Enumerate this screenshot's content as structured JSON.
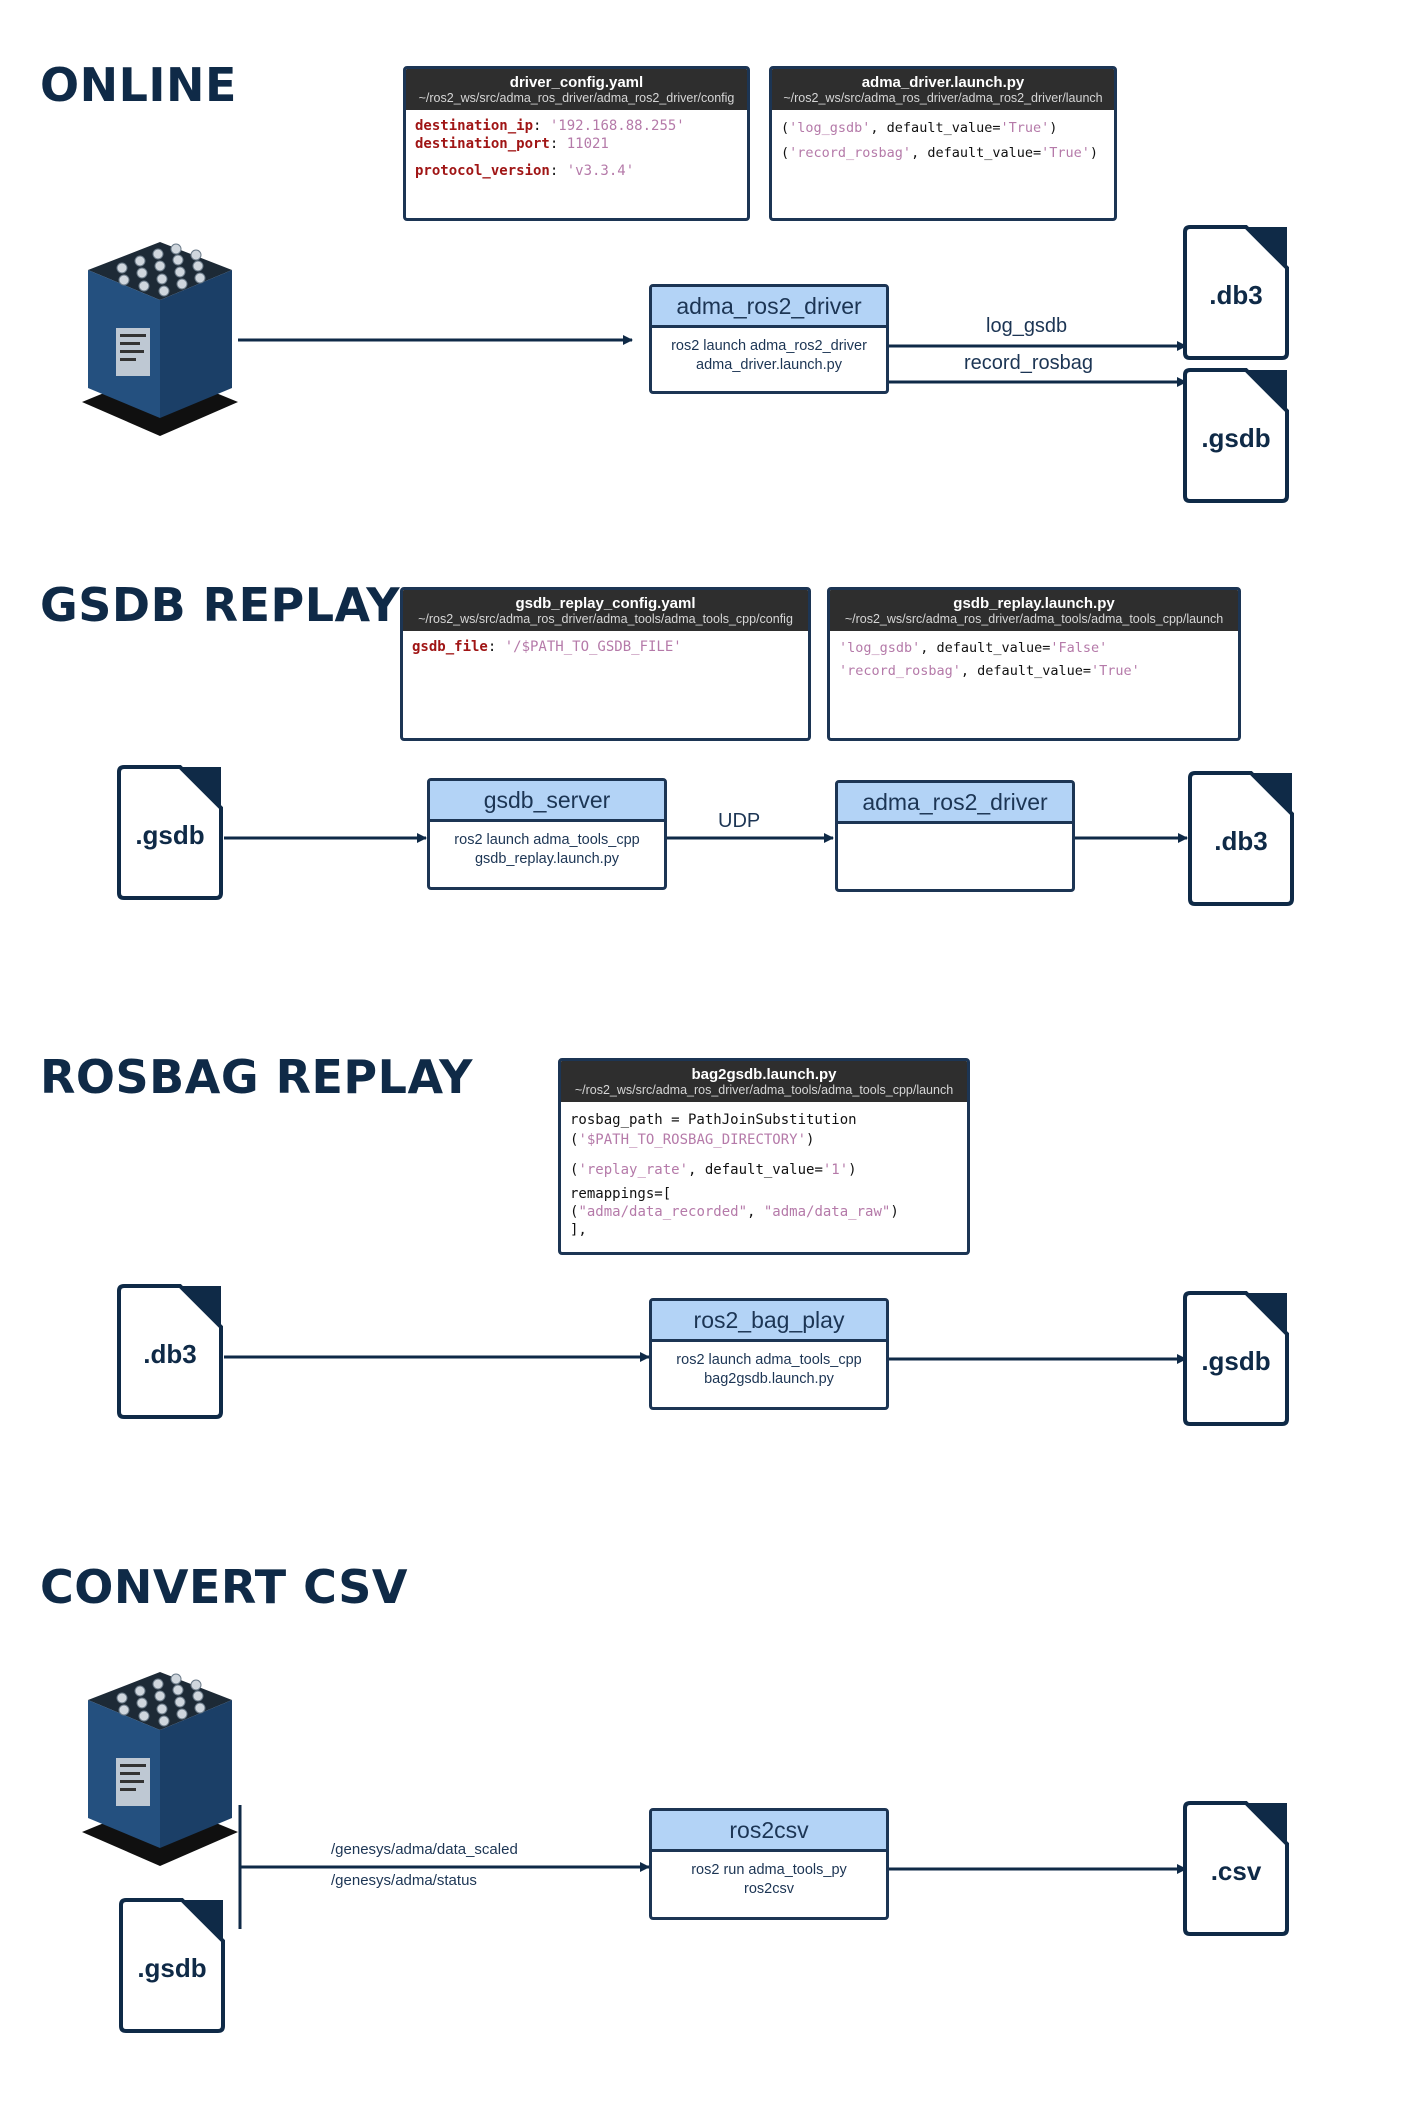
{
  "online": {
    "title": "ONLINE",
    "config_panel": {
      "name": "driver_config.yaml",
      "path": "~/ros2_ws/src/adma_ros_driver/adma_ros2_driver/config",
      "l1_key": "destination_ip",
      "l1_val": "'192.168.88.255'",
      "l2_key": "destination_port",
      "l2_val": "11021",
      "l3_key": "protocol_version",
      "l3_val": "'v3.3.4'"
    },
    "launch_panel": {
      "name": "adma_driver.launch.py",
      "path": "~/ros2_ws/src/adma_ros_driver/adma_ros2_driver/launch",
      "l1_a": "'log_gsdb'",
      "l1_b": "'True'",
      "l2_a": "'record_rosbag'",
      "l2_b": "'True'"
    },
    "node": {
      "title": "adma_ros2_driver",
      "line1": "ros2 launch adma_ros2_driver",
      "line2": "adma_driver.launch.py"
    },
    "edge_log": "log_gsdb",
    "edge_record": "record_rosbag",
    "file_db3": ".db3",
    "file_gsdb": ".gsdb"
  },
  "gsdb_replay": {
    "title": "GSDB REPLAY",
    "config_panel": {
      "name": "gsdb_replay_config.yaml",
      "path": "~/ros2_ws/src/adma_ros_driver/adma_tools/adma_tools_cpp/config",
      "l1_key": "gsdb_file",
      "l1_val": "'/$PATH_TO_GSDB_FILE'"
    },
    "launch_panel": {
      "name": "gsdb_replay.launch.py",
      "path": "~/ros2_ws/src/adma_ros_driver/adma_tools/adma_tools_cpp/launch",
      "l1_a": "'log_gsdb'",
      "l1_b": "'False'",
      "l2_a": "'record_rosbag'",
      "l2_b": "'True'"
    },
    "file_in": ".gsdb",
    "server_node": {
      "title": "gsdb_server",
      "line1": "ros2 launch adma_tools_cpp",
      "line2": "gsdb_replay.launch.py"
    },
    "edge_udp": "UDP",
    "driver_node": {
      "title": "adma_ros2_driver"
    },
    "file_out": ".db3"
  },
  "rosbag_replay": {
    "title": "ROSBAG REPLAY",
    "launch_panel": {
      "name": "bag2gsdb.launch.py",
      "path": "~/ros2_ws/src/adma_ros_driver/adma_tools/adma_tools_cpp/launch",
      "l1": "rosbag_path = PathJoinSubstitution",
      "l2_val": "'$PATH_TO_ROSBAG_DIRECTORY'",
      "l3_a": "'replay_rate'",
      "l3_b": "'1'",
      "l4": "remappings=[",
      "l5_a": "\"adma/data_recorded\"",
      "l5_b": "\"adma/data_raw\"",
      "l6": "],"
    },
    "file_in": ".db3",
    "node": {
      "title": "ros2_bag_play",
      "line1": "ros2 launch adma_tools_cpp",
      "line2": "bag2gsdb.launch.py"
    },
    "file_out": ".gsdb"
  },
  "convert_csv": {
    "title": "CONVERT CSV",
    "file_in": ".gsdb",
    "topic1": "/genesys/adma/data_scaled",
    "topic2": "/genesys/adma/status",
    "node": {
      "title": "ros2csv",
      "line1": "ros2 run adma_tools_py",
      "line2": "ros2csv"
    },
    "file_out": ".csv"
  }
}
